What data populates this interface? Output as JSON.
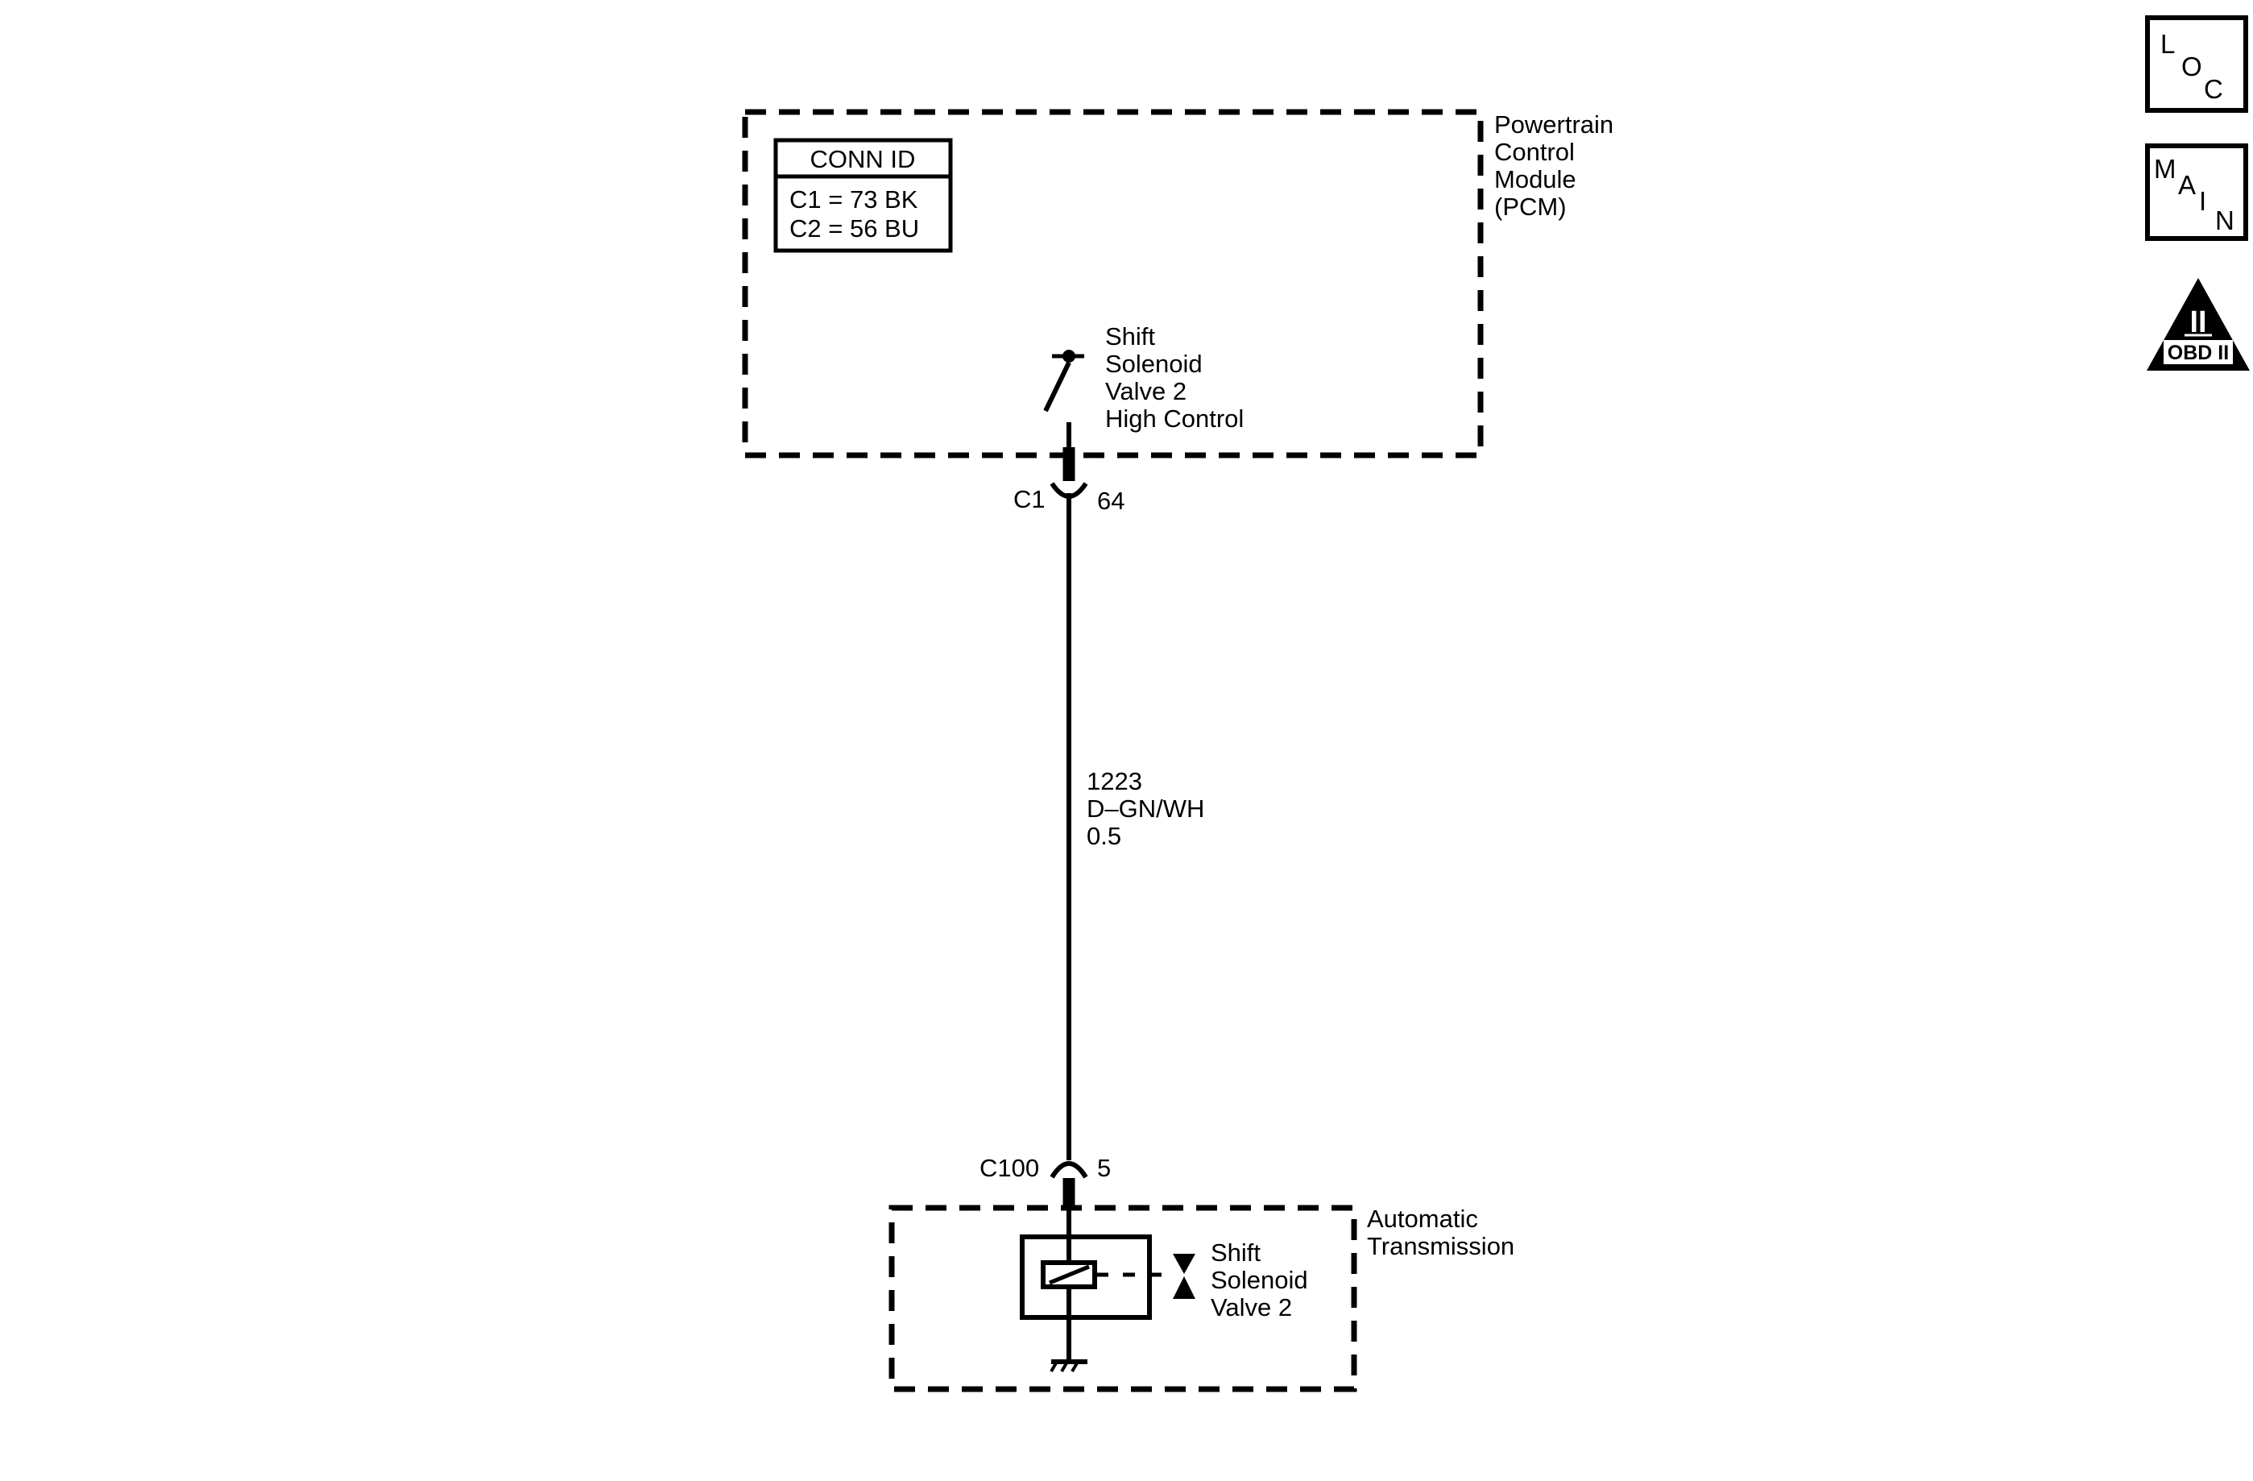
{
  "connector_table": {
    "header": "CONN ID",
    "rows": [
      "C1 = 73 BK",
      "C2 = 56 BU"
    ]
  },
  "pcm": {
    "lines": [
      "Powertrain",
      "Control",
      "Module",
      "(PCM)"
    ]
  },
  "pcm_switch": {
    "lines": [
      "Shift",
      "Solenoid",
      "Valve 2",
      "High Control"
    ]
  },
  "connector_c1": {
    "name": "C1",
    "pin": "64"
  },
  "wire": {
    "circuit": "1223",
    "color": "D–GN/WH",
    "gauge": "0.5"
  },
  "connector_c100": {
    "name": "C100",
    "pin": "5"
  },
  "transmission": {
    "lines": [
      "Automatic",
      "Transmission"
    ]
  },
  "solenoid": {
    "lines": [
      "Shift",
      "Solenoid",
      "Valve 2"
    ]
  },
  "nav": {
    "loc": [
      "L",
      "O",
      "C"
    ],
    "main": [
      "M",
      "A",
      "I",
      "N"
    ],
    "obd_roman": "II",
    "obd_label": "OBD II"
  }
}
